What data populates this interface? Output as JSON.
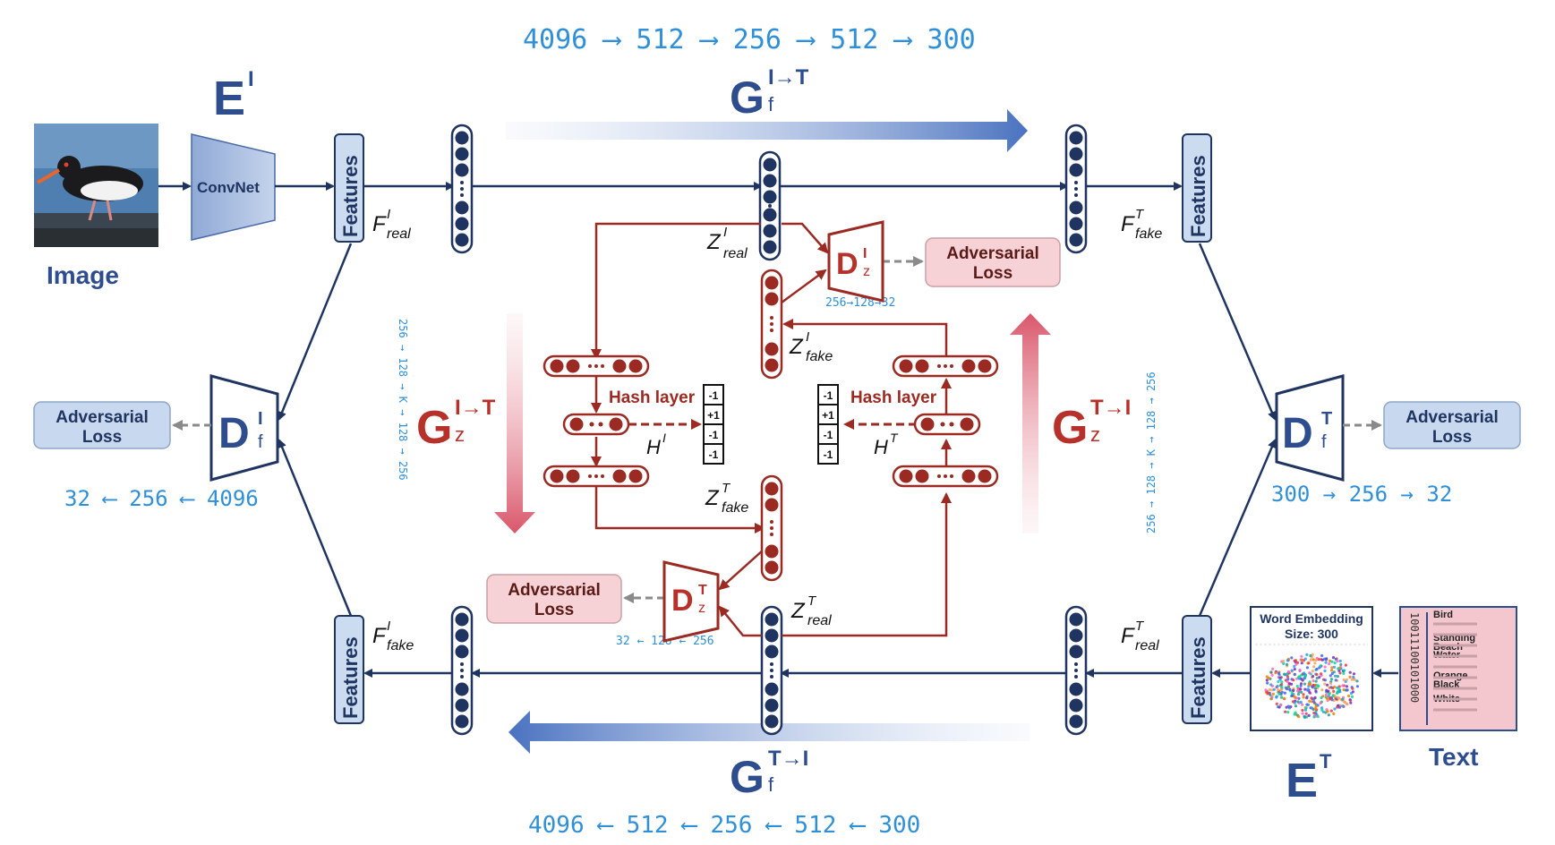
{
  "labels": {
    "e_image": "E",
    "e_image_sup": "I",
    "e_text": "E",
    "e_text_sup": "T",
    "image": "Image",
    "text": "Text",
    "convnet": "ConvNet",
    "features": "Features",
    "g_f": "G",
    "g_z": "G",
    "d": "D",
    "sub_f": "f",
    "sub_z": "z",
    "sup_i2t": "I→T",
    "sup_t2i": "T→I",
    "sup_i": "I",
    "sup_t": "T",
    "adversarial_loss_line1": "Adversarial",
    "adversarial_loss_line2": "Loss",
    "hash_layer": "Hash layer",
    "hash_left": "H",
    "hash_right": "H",
    "f_real": "F",
    "f_fake": "F",
    "z_real": "Z",
    "z_fake": "Z",
    "sub_real": "real",
    "sub_fake": "fake",
    "word_embedding_line1": "Word Embedding",
    "word_embedding_line2": "Size: 300"
  },
  "hash_values": [
    "-1",
    "+1",
    "-1",
    "-1"
  ],
  "text_words": [
    "Bird",
    "Standing",
    "Beach",
    "Water",
    "Orange",
    "Black",
    "White"
  ],
  "text_binary": "10011100101000",
  "annotations": {
    "top": "4096 ⟶ 512 ⟶ 256 ⟶ 512 ⟶ 300",
    "bottom": "4096 ⟵ 512 ⟵ 256 ⟵ 512 ⟵ 300",
    "df_image": "32 ⟵ 256 ⟵ 4096",
    "df_text": "300 → 256 → 32",
    "dz_image": "256→128→32",
    "dz_text": "32 ← 128 ← 256",
    "gz_i2t": "256 → 128 → K → 128 → 256",
    "gz_t2i": "256 → 128 → K → 128 → 256"
  },
  "colors": {
    "navy": "#1f3461",
    "blue_title": "#2e4d8f",
    "red": "#9a2a22",
    "handwriting": "#2f8fd8",
    "loss_blue_fill": "#c8d8ee",
    "loss_pink_fill": "#f6d2d6",
    "features_fill": "#cbdcf0"
  }
}
